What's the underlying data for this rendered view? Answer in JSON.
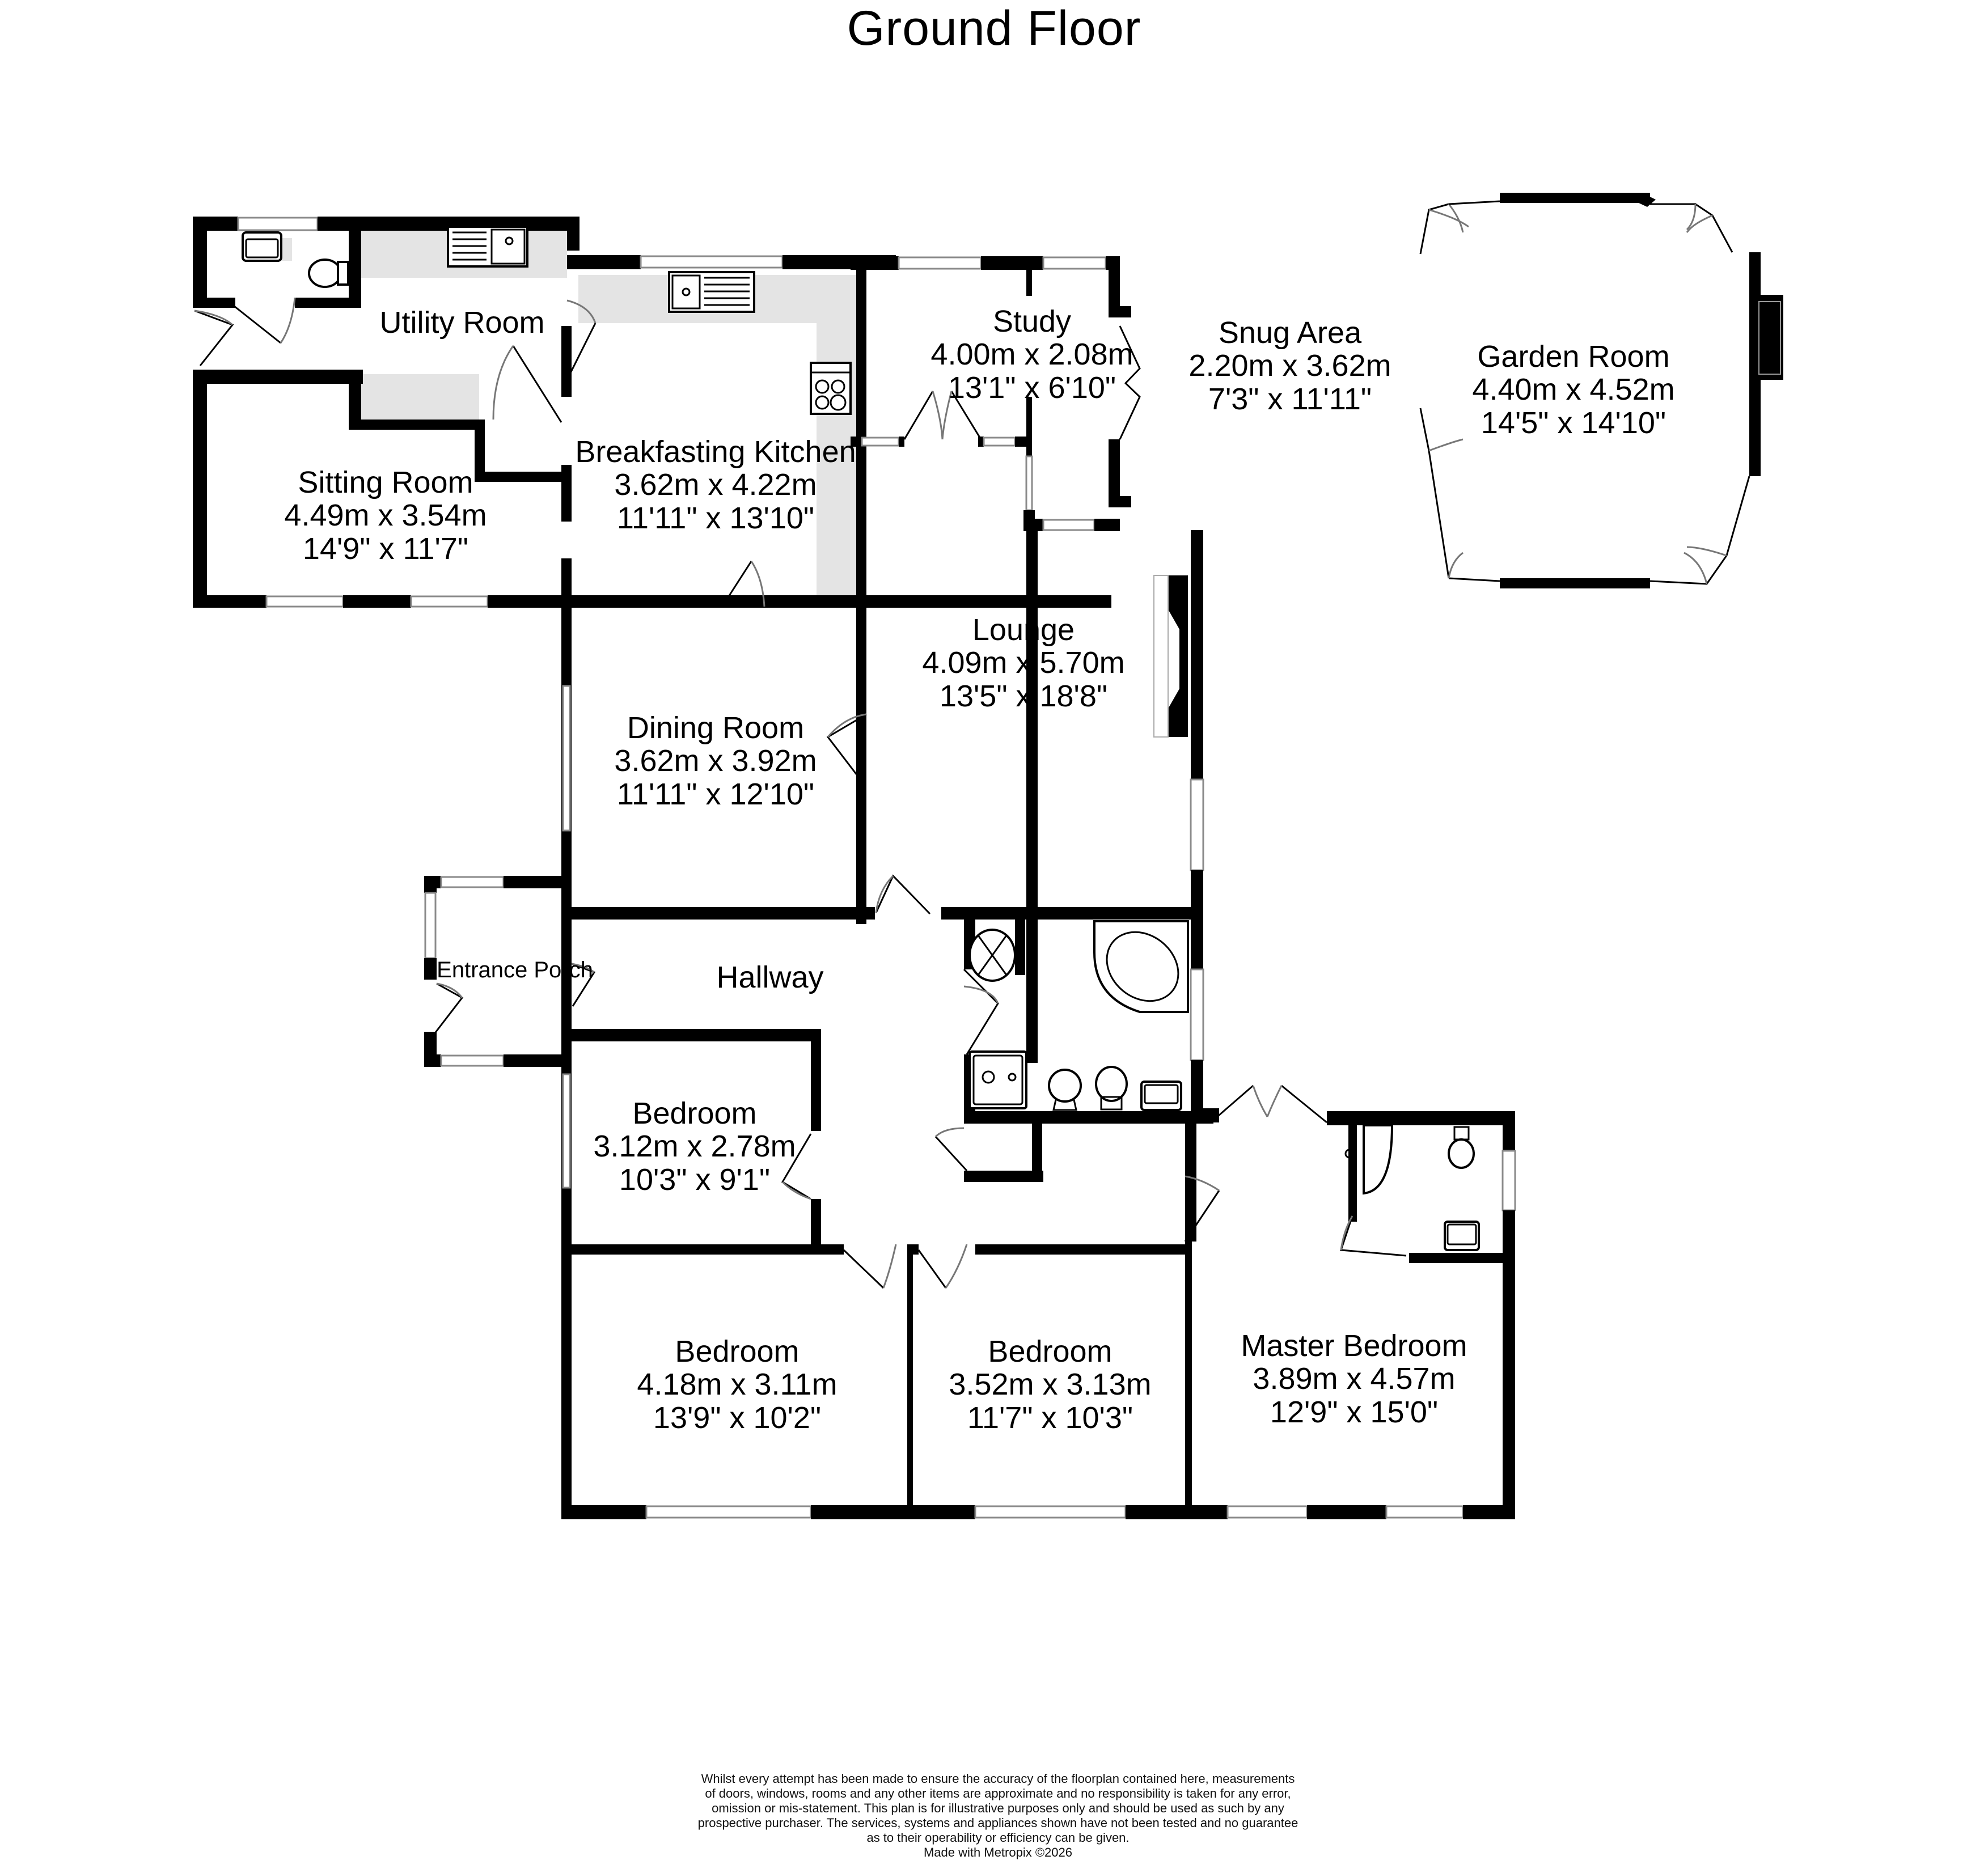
{
  "header": {
    "title": "Ground Floor"
  },
  "rooms": {
    "utility": {
      "name": "Utility Room"
    },
    "sitting": {
      "name": "Sitting Room",
      "metric": "4.49m  x 3.54m",
      "imperial": "14'9\"  x 11'7\""
    },
    "kitchen": {
      "name": "Breakfasting Kitchen",
      "metric": "3.62m  x 4.22m",
      "imperial": "11'11\"  x 13'10\""
    },
    "study": {
      "name": "Study",
      "metric": "4.00m  x 2.08m",
      "imperial": "13'1\"  x 6'10\""
    },
    "snug": {
      "name": "Snug Area",
      "metric": "2.20m  x 3.62m",
      "imperial": "7'3\"  x 11'11\""
    },
    "garden": {
      "name": "Garden Room",
      "metric": "4.40m  x 4.52m",
      "imperial": "14'5\"  x 14'10\""
    },
    "lounge": {
      "name": "Lounge",
      "metric": "4.09m  x 5.70m",
      "imperial": "13'5\"  x 18'8\""
    },
    "dining": {
      "name": "Dining Room",
      "metric": "3.62m  x 3.92m",
      "imperial": "11'11\"  x 12'10\""
    },
    "porch": {
      "name": "Entrance Porch"
    },
    "hallway": {
      "name": "Hallway"
    },
    "bedroom_small": {
      "name": "Bedroom",
      "metric": "3.12m  x 2.78m",
      "imperial": "10'3\"  x 9'1\""
    },
    "bedroom_left": {
      "name": "Bedroom",
      "metric": "4.18m  x 3.11m",
      "imperial": "13'9\"  x 10'2\""
    },
    "bedroom_mid": {
      "name": "Bedroom",
      "metric": "3.52m  x 3.13m",
      "imperial": "11'7\"  x 10'3\""
    },
    "master": {
      "name": "Master Bedroom",
      "metric": "3.89m  x 4.57m",
      "imperial": "12'9\"  x 15'0\""
    }
  },
  "fixtures": [
    "wc-sink",
    "wc-toilet",
    "utility-sink",
    "kitchen-sink",
    "hob",
    "fireplace",
    "corner-bath",
    "shower-tray",
    "basin",
    "toilet",
    "vanity-sink",
    "cylinder-cupboard",
    "ensuite-shower",
    "ensuite-toilet",
    "ensuite-sink"
  ],
  "footer": {
    "disclaimer_lines": [
      "Whilst every attempt has been made to ensure the accuracy of the floorplan contained here, measurements",
      "of doors, windows, rooms and any other items are approximate and no responsibility is taken for any error,",
      "omission or mis-statement. This plan is for illustrative purposes only and should be used as such by any",
      "prospective purchaser. The services, systems and appliances shown have not been tested and no guarantee",
      "as to their operability or efficiency can be given."
    ],
    "credit": "Made with Metropix ©2026"
  },
  "colors": {
    "wall": "#000000",
    "counter": "#e4e4e4",
    "window_frame": "#8a8a8a",
    "background": "#ffffff"
  }
}
